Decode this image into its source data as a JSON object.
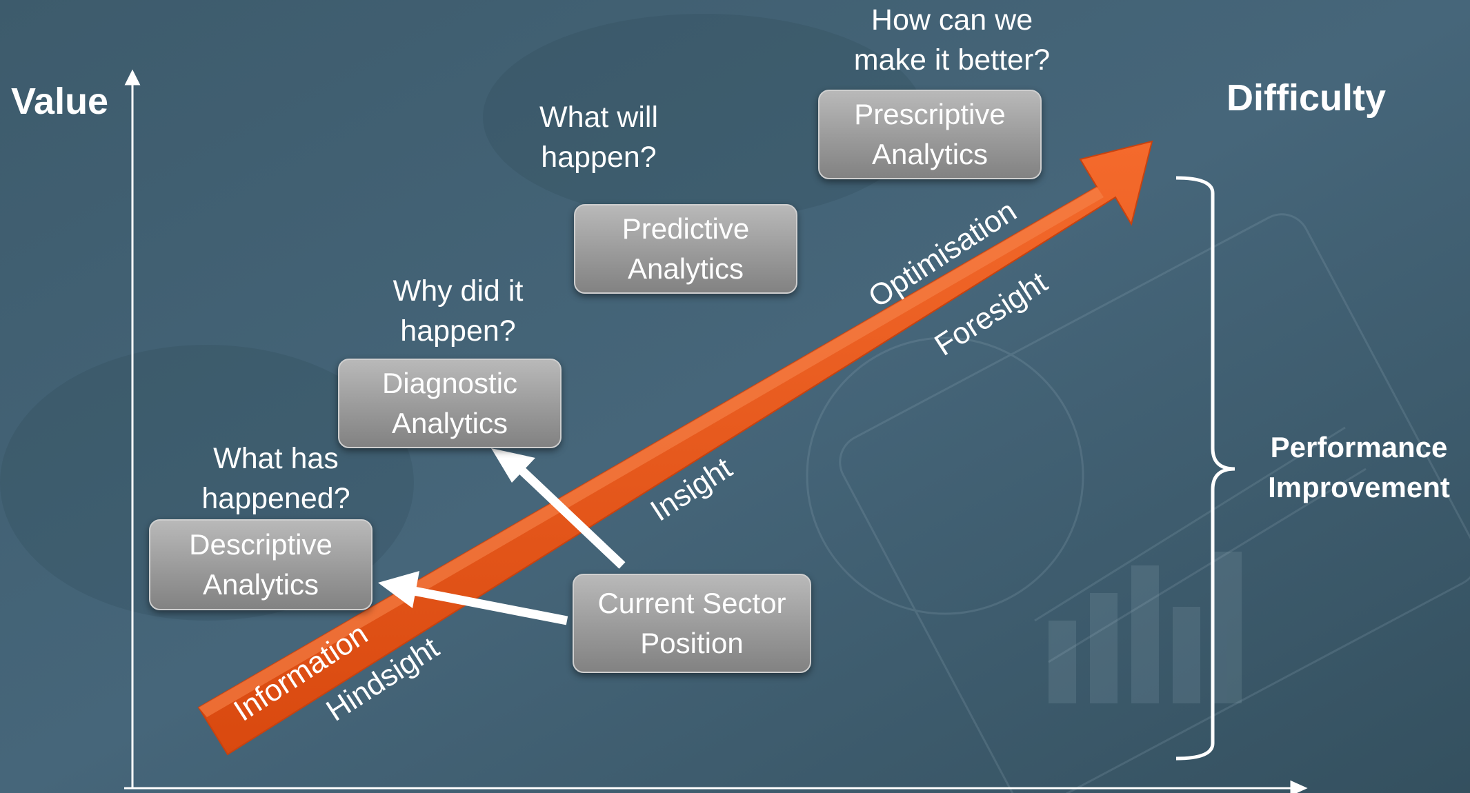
{
  "axes": {
    "y_label": "Value",
    "x_right_label": "Difficulty"
  },
  "stages": [
    {
      "id": "descriptive",
      "label": "Descriptive\nAnalytics",
      "question": "What has\nhappened?"
    },
    {
      "id": "diagnostic",
      "label": "Diagnostic\nAnalytics",
      "question": "Why did it\nhappen?"
    },
    {
      "id": "predictive",
      "label": "Predictive\nAnalytics",
      "question": "What will\nhappen?"
    },
    {
      "id": "prescriptive",
      "label": "Prescriptive\nAnalytics",
      "question": "How can we\nmake it better?"
    }
  ],
  "current": {
    "label": "Current Sector\nPosition"
  },
  "arrow": {
    "on_labels": [
      "Information",
      "Optimisation"
    ],
    "below_labels": [
      "Hindsight",
      "Insight",
      "Foresight"
    ]
  },
  "bracket": {
    "label": "Performance\nImprovement"
  },
  "colors": {
    "arrow": "#e8561c",
    "arrow_dark": "#c8420f",
    "background": "#3b5868",
    "box": "#9e9e9e"
  }
}
